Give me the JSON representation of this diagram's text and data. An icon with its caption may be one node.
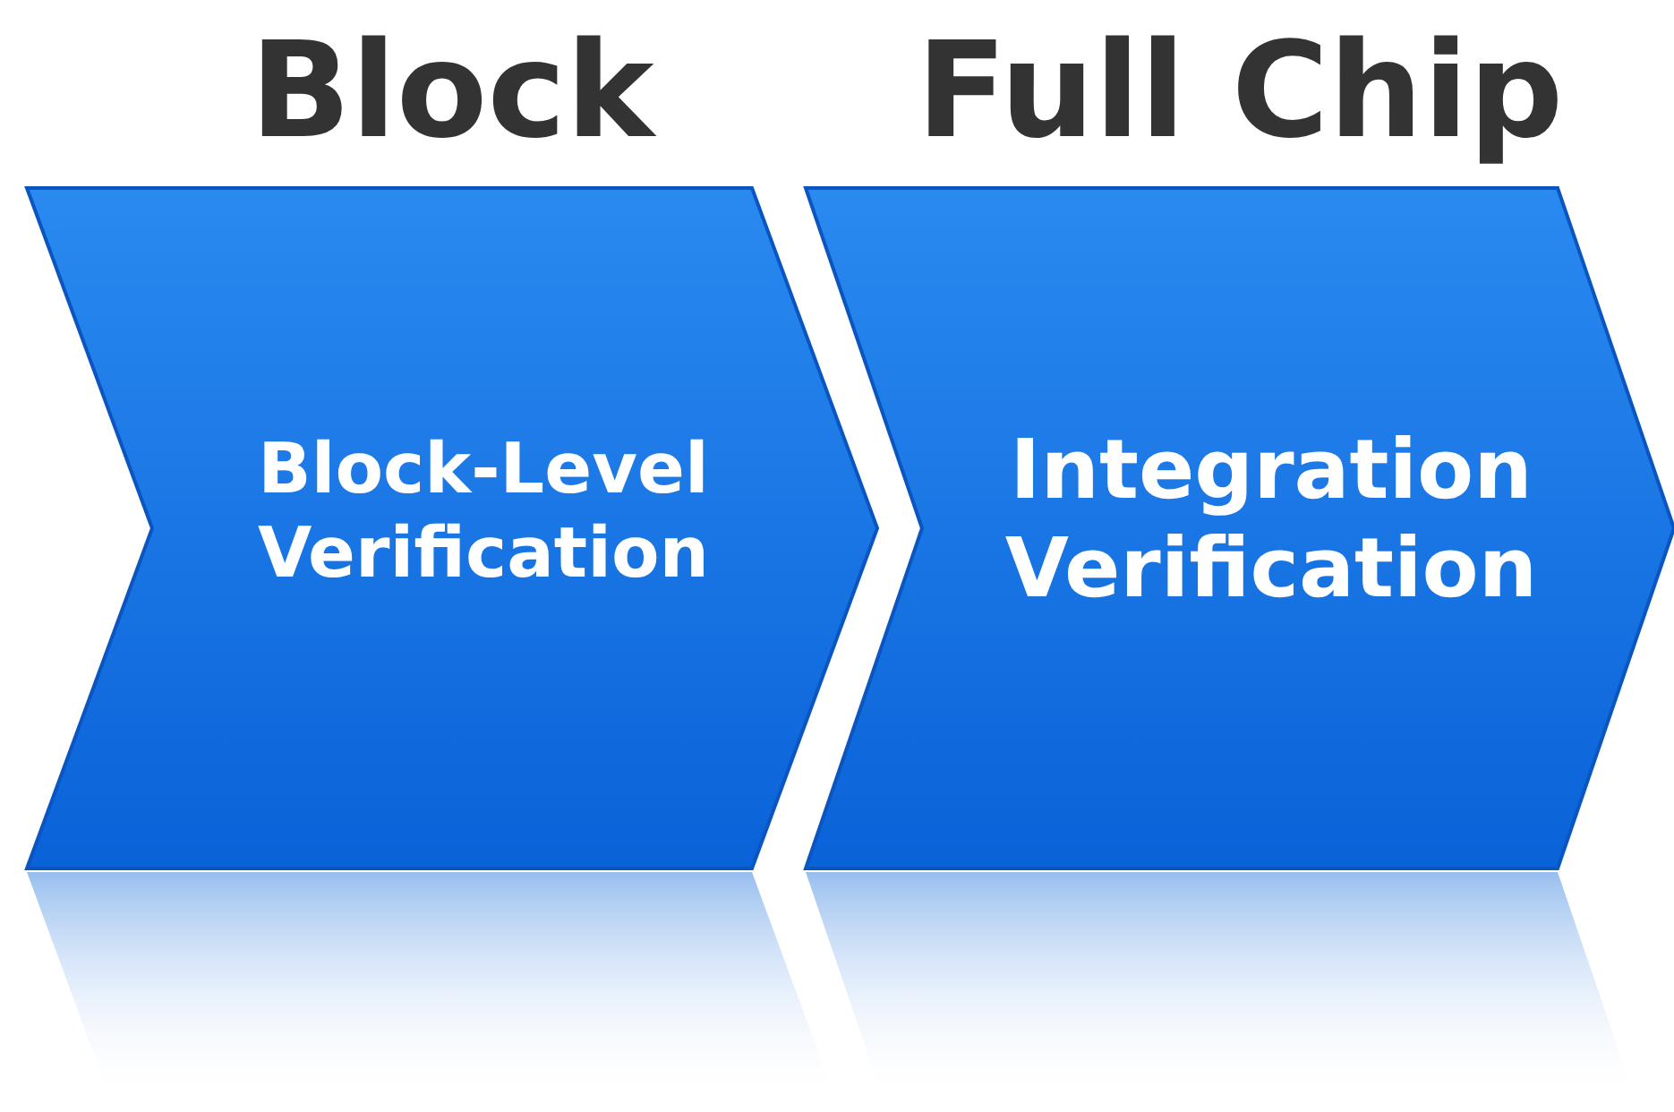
{
  "diagram": {
    "nodes": [
      {
        "text": [
          "Block",
          "Block-Level Verification"
        ]
      },
      {
        "text": [
          "Full Chip",
          "Integration Verification"
        ]
      }
    ]
  }
}
